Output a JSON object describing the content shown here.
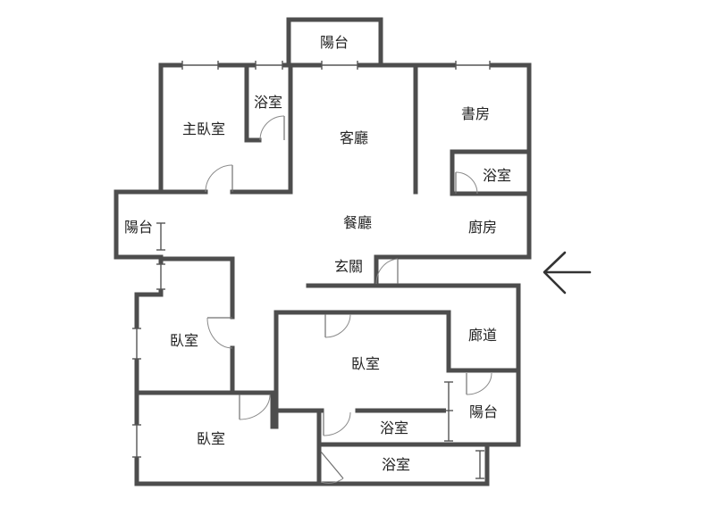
{
  "rooms": {
    "balcony_top": "陽台",
    "bath_master": "浴室",
    "master_bedroom": "主臥室",
    "living_room": "客廳",
    "study": "書房",
    "bath_kitchen_side": "浴室",
    "balcony_left": "陽台",
    "dining_room": "餐廳",
    "kitchen": "廚房",
    "entrance": "玄關",
    "bedroom_left": "臥室",
    "bedroom_center": "臥室",
    "corridor": "廊道",
    "balcony_right": "陽台",
    "bedroom_bottom_left": "臥室",
    "bath_center": "浴室",
    "bath_bottom": "浴室"
  },
  "icons": {
    "entrance_arrow": "arrow-left-icon"
  }
}
